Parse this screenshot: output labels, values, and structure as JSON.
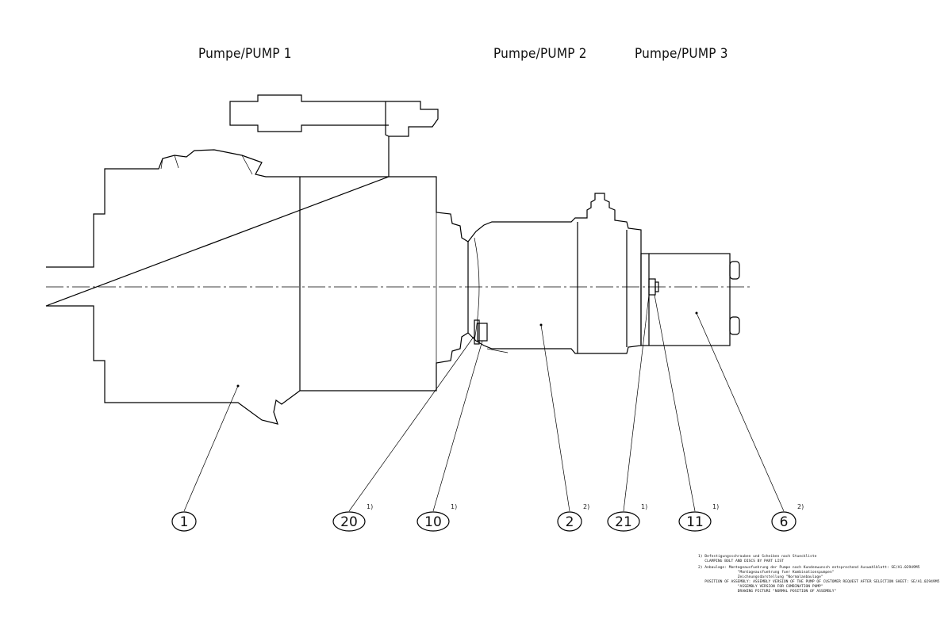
{
  "titles": {
    "pump1": "Pumpe/PUMP 1",
    "pump2": "Pumpe/PUMP 2",
    "pump3": "Pumpe/PUMP 3"
  },
  "balloons": [
    {
      "label": "1",
      "sup": ""
    },
    {
      "label": "20",
      "sup": "1)"
    },
    {
      "label": "10",
      "sup": "1)"
    },
    {
      "label": "2",
      "sup": "2)"
    },
    {
      "label": "21",
      "sup": "1)"
    },
    {
      "label": "11",
      "sup": "1)"
    },
    {
      "label": "6",
      "sup": "2)"
    }
  ],
  "notes": [
    "1) Befestigungsschrauben und Scheiben nach Stueckliste",
    "   CLAMPING BOLT AND DISCS BY PART LIST",
    "2) Anbaulage: Montageausfuehrung der Pumpe nach Kundenwunsch entsprechend Auswahlblatt: SE/A1.02949M5",
    "                  \"Montageausfuehrung fuer Kombinationspumpen\"",
    "                  Zeichnungsdarstellung \"Normalanbaulage\"",
    "   POSITION OF ASSEMBLY: ASSEMBLY VERSION OF THE PUMP OF CUSTOMER REQUEST AFTER SELECTION SHEET: SE/A1.02949M5",
    "                  \"ASSEMBLY VERSION FOR COMBINATION PUMP\"",
    "                  DRAWING PICTURE \"NORMAL POSITION OF ASSEMBLY\""
  ]
}
